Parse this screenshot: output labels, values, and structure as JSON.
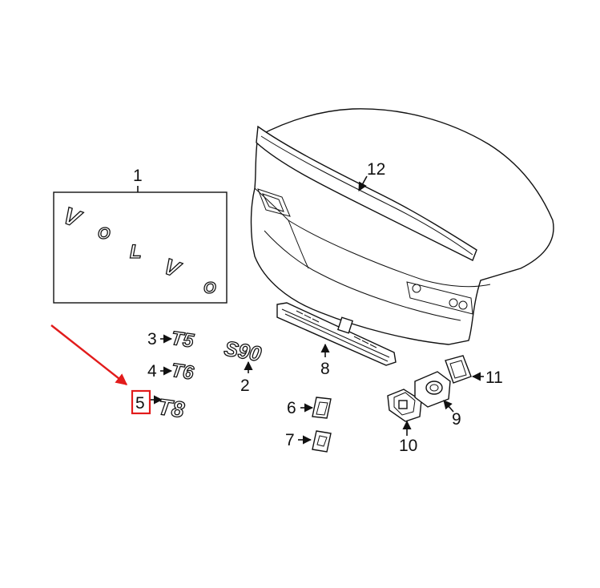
{
  "callouts": {
    "c1": "1",
    "c2": "2",
    "c3": "3",
    "c4": "4",
    "c5": "5",
    "c6": "6",
    "c7": "7",
    "c8": "8",
    "c9": "9",
    "c10": "10",
    "c11": "11",
    "c12": "12"
  },
  "emblems": {
    "v1": "V",
    "o1": "O",
    "l": "L",
    "v2": "V",
    "o2": "O",
    "t5": "T5",
    "t6": "T6",
    "t8": "T8",
    "s90": "S90"
  },
  "colors": {
    "highlight": "#e21b1b",
    "ink": "#111111"
  }
}
